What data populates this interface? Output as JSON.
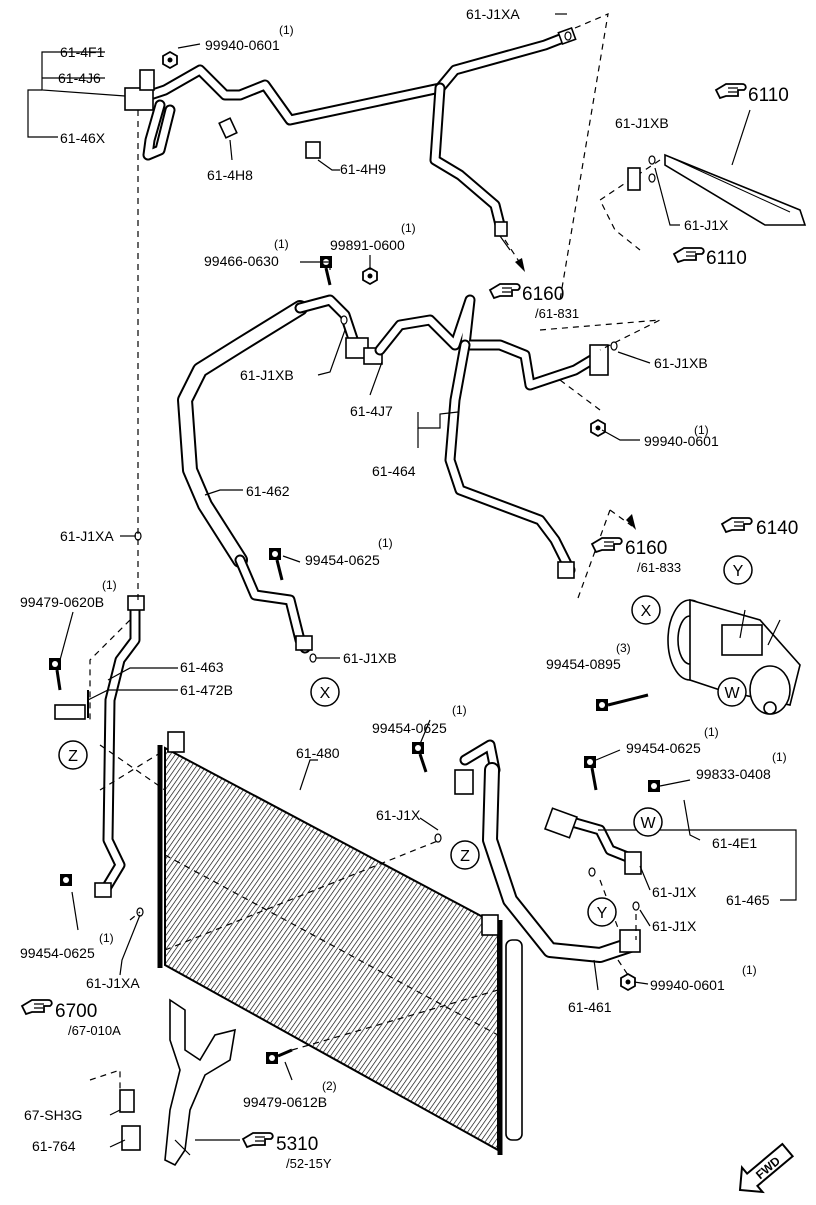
{
  "parts": {
    "p_61_4F1": "61-4F1",
    "p_61_4J6": "61-4J6",
    "p_61_46X": "61-46X",
    "p_99940_0601_a": "99940-0601",
    "p_99940_0601_a_qty": "(1)",
    "p_61_4H8": "61-4H8",
    "p_61_4H9": "61-4H9",
    "p_61_J1XA_top": "61-J1XA",
    "p_61_J1XB_top": "61-J1XB",
    "p_61_J1X_top": "61-J1X",
    "p_99466_0630": "99466-0630",
    "p_99466_0630_qty": "(1)",
    "p_99891_0600": "99891-0600",
    "p_99891_0600_qty": "(1)",
    "p_61_J1XB_mid_left": "61-J1XB",
    "p_61_4J7": "61-4J7",
    "p_61_464": "61-464",
    "p_61_J1XB_mid_right": "61-J1XB",
    "p_99940_0601_b": "99940-0601",
    "p_99940_0601_b_qty": "(1)",
    "p_61_462": "61-462",
    "p_61_J1XA_mid": "61-J1XA",
    "p_99454_0625_a": "99454-0625",
    "p_99454_0625_a_qty": "(1)",
    "p_99479_0620B": "99479-0620B",
    "p_99479_0620B_qty": "(1)",
    "p_61_J1XB_low": "61-J1XB",
    "p_61_463": "61-463",
    "p_61_472B": "61-472B",
    "p_99454_0895": "99454-0895",
    "p_99454_0895_qty": "(3)",
    "p_61_480": "61-480",
    "p_99454_0625_b": "99454-0625",
    "p_99454_0625_b_qty": "(1)",
    "p_61_J1X_mid": "61-J1X",
    "p_99454_0625_c": "99454-0625",
    "p_99454_0625_c_qty": "(1)",
    "p_99833_0408": "99833-0408",
    "p_99833_0408_qty": "(1)",
    "p_61_4E1": "61-4E1",
    "p_61_J1X_r1": "61-J1X",
    "p_61_J1X_r2": "61-J1X",
    "p_61_465": "61-465",
    "p_99454_0625_d": "99454-0625",
    "p_99454_0625_d_qty": "(1)",
    "p_61_J1XA_low": "61-J1XA",
    "p_61_461": "61-461",
    "p_99940_0601_c": "99940-0601",
    "p_99940_0601_c_qty": "(1)",
    "p_99479_0612B": "99479-0612B",
    "p_99479_0612B_qty": "(2)",
    "p_67_SH3G": "67-SH3G",
    "p_61_764": "61-764"
  },
  "references": {
    "r6110_a": "6110",
    "r6110_b": "6110",
    "r6160_a": "6160",
    "r6160_a_sub": "/61-831",
    "r6160_b": "6160",
    "r6160_b_sub": "/61-833",
    "r6140": "6140",
    "r6700": "6700",
    "r6700_sub": "/67-010A",
    "r5310": "5310",
    "r5310_sub": "/52-15Y"
  },
  "callouts": {
    "x1": "X",
    "x2": "X",
    "y1": "Y",
    "y2": "Y",
    "w1": "W",
    "w2": "W",
    "z1": "Z",
    "z2": "Z"
  },
  "fwd": "FWD",
  "icons": [
    "pointing-hand-icon",
    "fwd-arrow-icon"
  ]
}
